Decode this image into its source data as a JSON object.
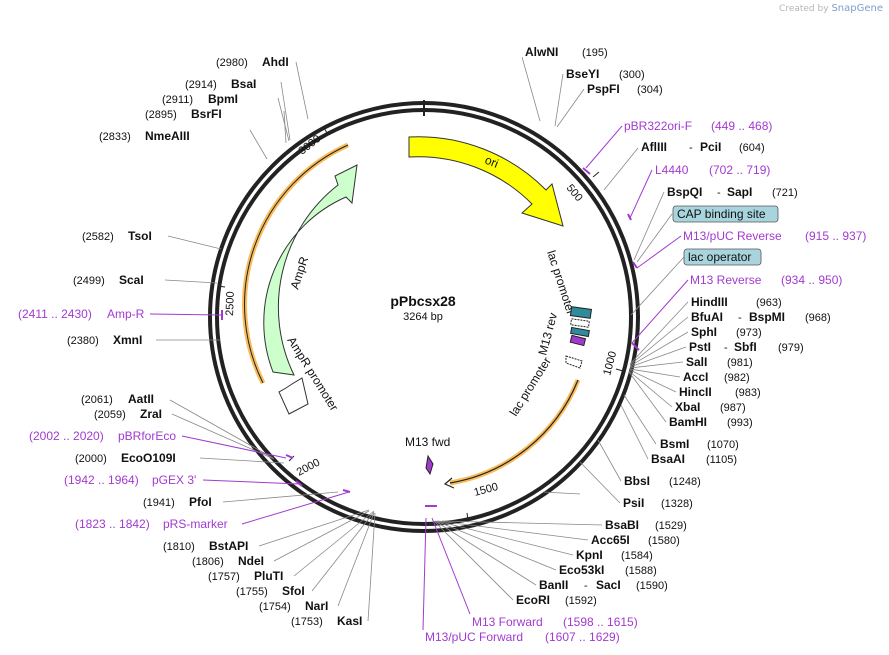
{
  "watermark": {
    "prefix": "Created by",
    "brand": "SnapGene"
  },
  "plasmid": {
    "name": "pPbcsx28",
    "size_label": "3264 bp"
  },
  "ticks": [
    "500",
    "1000",
    "1500",
    "2000",
    "2500",
    "3000"
  ],
  "features": {
    "ori": "ori",
    "ampr": "AmpR",
    "ampr_promoter": "AmpR promoter",
    "lac_promoter_top": "lac promoter",
    "lac_promoter_bottom": "lac promoter",
    "m13_rev": "M13 rev",
    "m13_fwd": "M13 fwd"
  },
  "boxed": {
    "cap": "CAP binding site",
    "lacop": "lac operator"
  },
  "sites": {
    "alwni": {
      "name": "AlwNI",
      "pos": "(195)"
    },
    "bseyi": {
      "name": "BseYI",
      "pos": "(300)"
    },
    "pspfi": {
      "name": "PspFI",
      "pos": "(304)"
    },
    "aflIII": {
      "name": "AflIII",
      "sep": "-",
      "name2": "PciI",
      "pos": "(604)"
    },
    "bspqi": {
      "name": "BspQI",
      "sep": "-",
      "name2": "SapI",
      "pos": "(721)"
    },
    "hindiii": {
      "name": "HindIII",
      "pos": "(963)"
    },
    "bfuai": {
      "name": "BfuAI",
      "sep": "-",
      "name2": "BspMI",
      "pos": "(968)"
    },
    "sphi": {
      "name": "SphI",
      "pos": "(973)"
    },
    "psti": {
      "name": "PstI",
      "sep": "-",
      "name2": "SbfI",
      "pos": "(979)"
    },
    "sali": {
      "name": "SalI",
      "pos": "(981)"
    },
    "acci": {
      "name": "AccI",
      "pos": "(982)"
    },
    "hincii": {
      "name": "HincII",
      "pos": "(983)"
    },
    "xbai": {
      "name": "XbaI",
      "pos": "(987)"
    },
    "bamhi": {
      "name": "BamHI",
      "pos": "(993)"
    },
    "bsmi": {
      "name": "BsmI",
      "pos": "(1070)"
    },
    "bsaai": {
      "name": "BsaAI",
      "pos": "(1105)"
    },
    "bbsi": {
      "name": "BbsI",
      "pos": "(1248)"
    },
    "psii": {
      "name": "PsiI",
      "pos": "(1328)"
    },
    "bsabi": {
      "name": "BsaBI",
      "pos": "(1529)"
    },
    "acc65i": {
      "name": "Acc65I",
      "pos": "(1580)"
    },
    "kpni": {
      "name": "KpnI",
      "pos": "(1584)"
    },
    "eco53ki": {
      "name": "Eco53kI",
      "pos": "(1588)"
    },
    "banii": {
      "name": "BanII",
      "sep": "-",
      "name2": "SacI",
      "pos": "(1590)"
    },
    "ecori": {
      "name": "EcoRI",
      "pos": "(1592)"
    },
    "ahdi": {
      "name": "AhdI",
      "pos": "(2980)"
    },
    "bsai": {
      "name": "BsaI",
      "pos": "(2914)"
    },
    "bpmi": {
      "name": "BpmI",
      "pos": "(2911)"
    },
    "bsrfi": {
      "name": "BsrFI",
      "pos": "(2895)"
    },
    "nmeaiii": {
      "name": "NmeAIII",
      "pos": "(2833)"
    },
    "tsoi": {
      "name": "TsoI",
      "pos": "(2582)"
    },
    "scai": {
      "name": "ScaI",
      "pos": "(2499)"
    },
    "xmni": {
      "name": "XmnI",
      "pos": "(2380)"
    },
    "aatii": {
      "name": "AatII",
      "pos": "(2061)"
    },
    "zrai": {
      "name": "ZraI",
      "pos": "(2059)"
    },
    "ecoo109i": {
      "name": "EcoO109I",
      "pos": "(2000)"
    },
    "pfoi": {
      "name": "PfoI",
      "pos": "(1941)"
    },
    "bstapi": {
      "name": "BstAPI",
      "pos": "(1810)"
    },
    "ndei": {
      "name": "NdeI",
      "pos": "(1806)"
    },
    "pluti": {
      "name": "PluTI",
      "pos": "(1757)"
    },
    "sfoi": {
      "name": "SfoI",
      "pos": "(1755)"
    },
    "nari": {
      "name": "NarI",
      "pos": "(1754)"
    },
    "kasi": {
      "name": "KasI",
      "pos": "(1753)"
    }
  },
  "primers": {
    "pbr322ori": {
      "name": "pBR322ori-F",
      "range": "(449 .. 468)"
    },
    "l4440": {
      "name": "L4440",
      "range": "(702 .. 719)"
    },
    "m13puc_rev": {
      "name": "M13/pUC Reverse",
      "range": "(915 .. 937)"
    },
    "m13_reverse": {
      "name": "M13 Reverse",
      "range": "(934 .. 950)"
    },
    "m13_forward": {
      "name": "M13 Forward",
      "range": "(1598 .. 1615)"
    },
    "m13puc_fwd": {
      "name": "M13/pUC Forward",
      "range": "(1607 .. 1629)"
    },
    "ampr": {
      "name": "Amp-R",
      "range": "(2411 .. 2430)"
    },
    "pbrforeco": {
      "name": "pBRforEco",
      "range": "(2002 .. 2020)"
    },
    "pgex3": {
      "name": "pGEX 3'",
      "range": "(1942 .. 1964)"
    },
    "prs": {
      "name": "pRS-marker",
      "range": "(1823 .. 1842)"
    }
  },
  "colors": {
    "ori": "#ffff00",
    "ampr": "#ccffcc",
    "promoter": "#ffffff",
    "cap_box": "#a8d4de",
    "primer": "#a23ad0",
    "highlight": "#f5a623",
    "m13rev_box": "#2e8b9a"
  }
}
